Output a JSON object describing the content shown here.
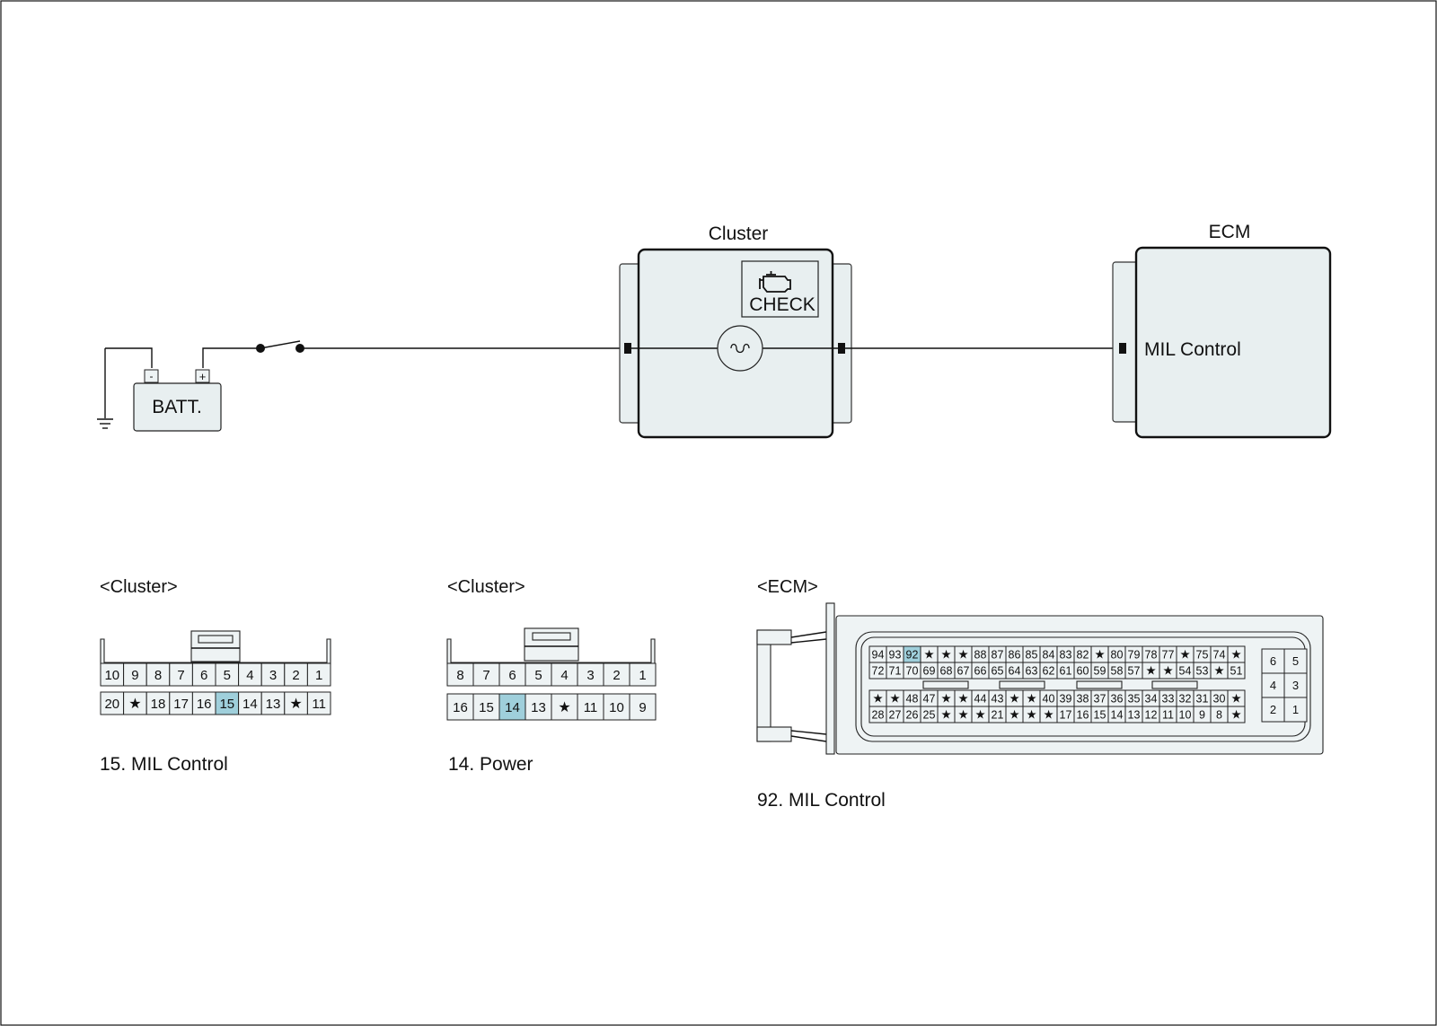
{
  "diagram": {
    "battery": {
      "label": "BATT.",
      "neg_terminal": "-",
      "pos_terminal": "+"
    },
    "cluster": {
      "title": "Cluster",
      "indicator_text": "CHECK",
      "indicator_icon": "engine-icon"
    },
    "ecm": {
      "title": "ECM",
      "pin_label": "MIL Control"
    }
  },
  "connectors": [
    {
      "header": "<Cluster>",
      "caption": "15. MIL Control",
      "rows": [
        [
          "10",
          "9",
          "8",
          "7",
          "6",
          "5",
          "4",
          "3",
          "2",
          "1"
        ],
        [
          "20",
          "★",
          "18",
          "17",
          "16",
          "15",
          "14",
          "13",
          "★",
          "11"
        ]
      ],
      "highlight": "15"
    },
    {
      "header": "<Cluster>",
      "caption": "14. Power",
      "rows": [
        [
          "8",
          "7",
          "6",
          "5",
          "4",
          "3",
          "2",
          "1"
        ],
        [
          "16",
          "15",
          "14",
          "13",
          "★",
          "11",
          "10",
          "9"
        ]
      ],
      "highlight": "14"
    },
    {
      "header": "<ECM>",
      "caption": "92. MIL Control",
      "highlight": "92",
      "rows": [
        [
          "94",
          "93",
          "92",
          "★",
          "★",
          "★",
          "88",
          "87",
          "86",
          "85",
          "84",
          "83",
          "82",
          "★",
          "80",
          "79",
          "78",
          "77",
          "★",
          "75",
          "74",
          "★"
        ],
        [
          "72",
          "71",
          "70",
          "69",
          "68",
          "67",
          "66",
          "65",
          "64",
          "63",
          "62",
          "61",
          "60",
          "59",
          "58",
          "57",
          "★",
          "★",
          "54",
          "53",
          "★",
          "51"
        ],
        [
          "★",
          "★",
          "48",
          "47",
          "★",
          "★",
          "44",
          "43",
          "★",
          "★",
          "40",
          "39",
          "38",
          "37",
          "36",
          "35",
          "34",
          "33",
          "32",
          "31",
          "30",
          "★"
        ],
        [
          "28",
          "27",
          "26",
          "25",
          "★",
          "★",
          "★",
          "21",
          "★",
          "★",
          "★",
          "17",
          "16",
          "15",
          "14",
          "13",
          "12",
          "11",
          "10",
          "9",
          "8",
          "★"
        ]
      ],
      "side_rows": [
        [
          "6",
          "5"
        ],
        [
          "4",
          "3"
        ],
        [
          "2",
          "1"
        ]
      ]
    }
  ],
  "colors": {
    "highlight": "#9fcfdb",
    "fill": "#e8eff0",
    "line": "#111111"
  }
}
